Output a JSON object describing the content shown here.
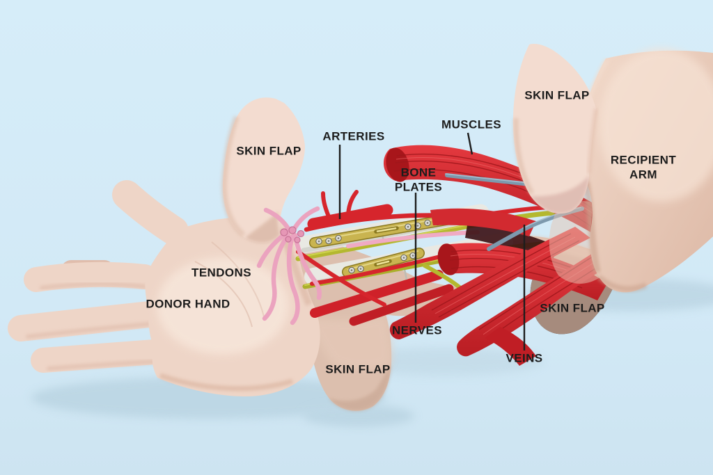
{
  "title": "Hand transplant anatomy diagram",
  "labels": {
    "skin_flap_top_left": "SKIN FLAP",
    "arteries": "ARTERIES",
    "muscles": "MUSCLES",
    "bone_plates": "BONE\nPLATES",
    "skin_flap_top_right": "SKIN FLAP",
    "recipient_arm": "RECIPIENT\nARM",
    "tendons": "TENDONS",
    "donor_hand": "DONOR HAND",
    "nerves": "NERVES",
    "skin_flap_bottom": "SKIN FLAP",
    "veins": "VEINS",
    "skin_flap_right": "SKIN FLAP"
  },
  "colors": {
    "background": "#d3ebf8",
    "label_text": "#1c1c1c",
    "leader_line": "#1d1d1d",
    "donor_skin": "#eed5c7",
    "recipient_skin": "#e9cbbb",
    "skin_flap": "#f3dcd0",
    "skin_flap_dark": "#d8b8a6",
    "muscle": "#cf2127",
    "bone": "#e9e9e3",
    "bone_plate_gold": "#c9b450",
    "nerve": "#b4b82f",
    "tendon_pink": "#eba3bf",
    "vein": "#7d99ad"
  }
}
